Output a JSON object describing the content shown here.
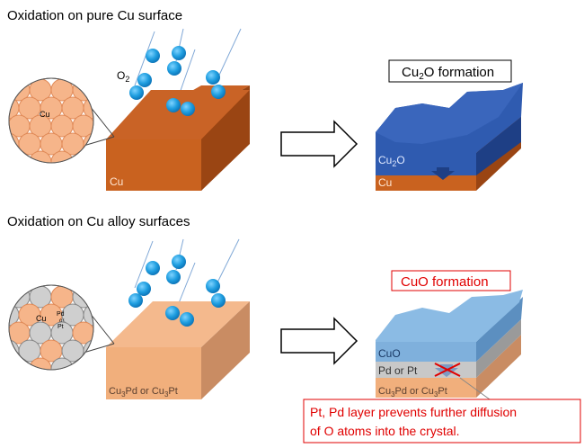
{
  "top": {
    "heading": "Oxidation on pure Cu surface",
    "o2_label": "O",
    "o2_sub": "2",
    "atom_label": "Cu",
    "block_label": "Cu",
    "result_box_pre": "Cu",
    "result_box_sub": "2",
    "result_box_post": "O formation",
    "oxide_pre": "Cu",
    "oxide_sub": "2",
    "oxide_post": "O",
    "base_label": "Cu"
  },
  "bottom": {
    "heading": "Oxidation on Cu alloy surfaces",
    "atom_cu": "Cu",
    "atom_pd": "Pd",
    "atom_or": "or",
    "atom_pt": "Pt",
    "block_a": "Cu",
    "block_a_sub": "3",
    "block_b": "Pd or Cu",
    "block_b_sub": "3",
    "block_c": "Pt",
    "result_box": "CuO formation",
    "layer_oxide": "CuO",
    "layer_mid": "Pd or Pt",
    "layer_base_a": "Cu",
    "layer_base_a_sub": "3",
    "layer_base_b": "Pd or Cu",
    "layer_base_b_sub": "3",
    "layer_base_c": "Pt",
    "note_line1": "Pt, Pd layer prevents further diffusion",
    "note_line2": "of O atoms into the crystal."
  },
  "colors": {
    "copper_top": "#c96326",
    "copper_front": "#c9621f",
    "copper_side": "#9a4513",
    "alloy_top": "#f4b98d",
    "alloy_front": "#f1af7c",
    "alloy_side": "#c98c63",
    "oxide_blue": "#2f5bb0",
    "cuo_blue": "#7fb0dc",
    "atom_blue": "#1f9ee0",
    "note_red": "#e00000"
  }
}
